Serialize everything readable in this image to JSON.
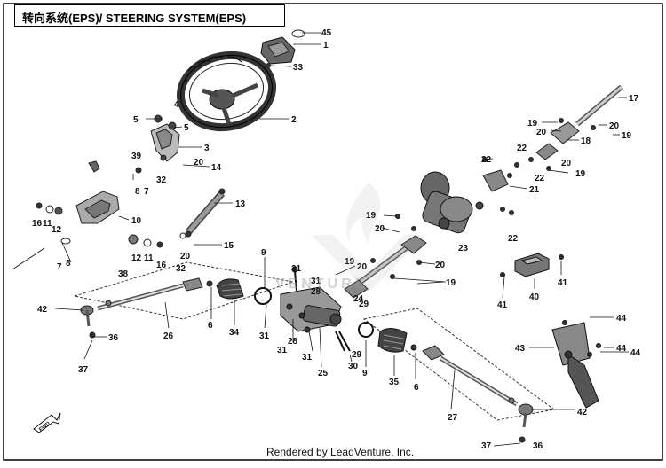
{
  "title": "转向系统(EPS)/ STEERING SYSTEM(EPS)",
  "footer": "Rendered by LeadVenture, Inc.",
  "watermark": "VENTURE",
  "fwd_marker": "FWD",
  "callouts": [
    {
      "id": "c45",
      "text": "45"
    },
    {
      "id": "c1",
      "text": "1"
    },
    {
      "id": "c33",
      "text": "33"
    },
    {
      "id": "c2",
      "text": "2"
    },
    {
      "id": "c4",
      "text": "4"
    },
    {
      "id": "c5a",
      "text": "5"
    },
    {
      "id": "c5b",
      "text": "5"
    },
    {
      "id": "c3",
      "text": "3"
    },
    {
      "id": "c39",
      "text": "39"
    },
    {
      "id": "c20a",
      "text": "20"
    },
    {
      "id": "c14",
      "text": "14"
    },
    {
      "id": "c32a",
      "text": "32"
    },
    {
      "id": "c7a",
      "text": "7"
    },
    {
      "id": "c8a",
      "text": "8"
    },
    {
      "id": "c16a",
      "text": "16"
    },
    {
      "id": "c11a",
      "text": "11"
    },
    {
      "id": "c12a",
      "text": "12"
    },
    {
      "id": "c10",
      "text": "10"
    },
    {
      "id": "c13",
      "text": "13"
    },
    {
      "id": "c20b",
      "text": "20"
    },
    {
      "id": "c15",
      "text": "15"
    },
    {
      "id": "c32b",
      "text": "32"
    },
    {
      "id": "c12b",
      "text": "12"
    },
    {
      "id": "c11b",
      "text": "11"
    },
    {
      "id": "c16b",
      "text": "16"
    },
    {
      "id": "c38",
      "text": "38"
    },
    {
      "id": "c7b",
      "text": "7"
    },
    {
      "id": "c8b",
      "text": "8"
    },
    {
      "id": "c9a",
      "text": "9"
    },
    {
      "id": "c31a",
      "text": "31"
    },
    {
      "id": "c31b",
      "text": "31"
    },
    {
      "id": "c28a",
      "text": "28"
    },
    {
      "id": "c19a",
      "text": "19"
    },
    {
      "id": "c20c",
      "text": "20"
    },
    {
      "id": "c20d",
      "text": "20"
    },
    {
      "id": "c24",
      "text": "24"
    },
    {
      "id": "c19b",
      "text": "19"
    },
    {
      "id": "c20e",
      "text": "20"
    },
    {
      "id": "c23",
      "text": "23"
    },
    {
      "id": "c22a",
      "text": "22"
    },
    {
      "id": "c21",
      "text": "21"
    },
    {
      "id": "c22b",
      "text": "22"
    },
    {
      "id": "c22c",
      "text": "22"
    },
    {
      "id": "c22d",
      "text": "22"
    },
    {
      "id": "c20f",
      "text": "20"
    },
    {
      "id": "c19c",
      "text": "19"
    },
    {
      "id": "c17",
      "text": "17"
    },
    {
      "id": "c19d",
      "text": "19"
    },
    {
      "id": "c20g",
      "text": "20"
    },
    {
      "id": "c18",
      "text": "18"
    },
    {
      "id": "c20h",
      "text": "20"
    },
    {
      "id": "c19e",
      "text": "19"
    },
    {
      "id": "c42a",
      "text": "42"
    },
    {
      "id": "c26",
      "text": "26"
    },
    {
      "id": "c36a",
      "text": "36"
    },
    {
      "id": "c37a",
      "text": "37"
    },
    {
      "id": "c6a",
      "text": "6"
    },
    {
      "id": "c34",
      "text": "34"
    },
    {
      "id": "c31c",
      "text": "31"
    },
    {
      "id": "c28b",
      "text": "28"
    },
    {
      "id": "c31d",
      "text": "31"
    },
    {
      "id": "c31e",
      "text": "31"
    },
    {
      "id": "c25",
      "text": "25"
    },
    {
      "id": "c29a",
      "text": "29"
    },
    {
      "id": "c29b",
      "text": "29"
    },
    {
      "id": "c30",
      "text": "30"
    },
    {
      "id": "c9b",
      "text": "9"
    },
    {
      "id": "c35",
      "text": "35"
    },
    {
      "id": "c6b",
      "text": "6"
    },
    {
      "id": "c27",
      "text": "27"
    },
    {
      "id": "c42b",
      "text": "42"
    },
    {
      "id": "c37b",
      "text": "37"
    },
    {
      "id": "c36b",
      "text": "36"
    },
    {
      "id": "c41a",
      "text": "41"
    },
    {
      "id": "c40",
      "text": "40"
    },
    {
      "id": "c41b",
      "text": "41"
    },
    {
      "id": "c44a",
      "text": "44"
    },
    {
      "id": "c43",
      "text": "43"
    },
    {
      "id": "c44b",
      "text": "44"
    },
    {
      "id": "c44c",
      "text": "44"
    },
    {
      "id": "c19f",
      "text": "19"
    }
  ]
}
